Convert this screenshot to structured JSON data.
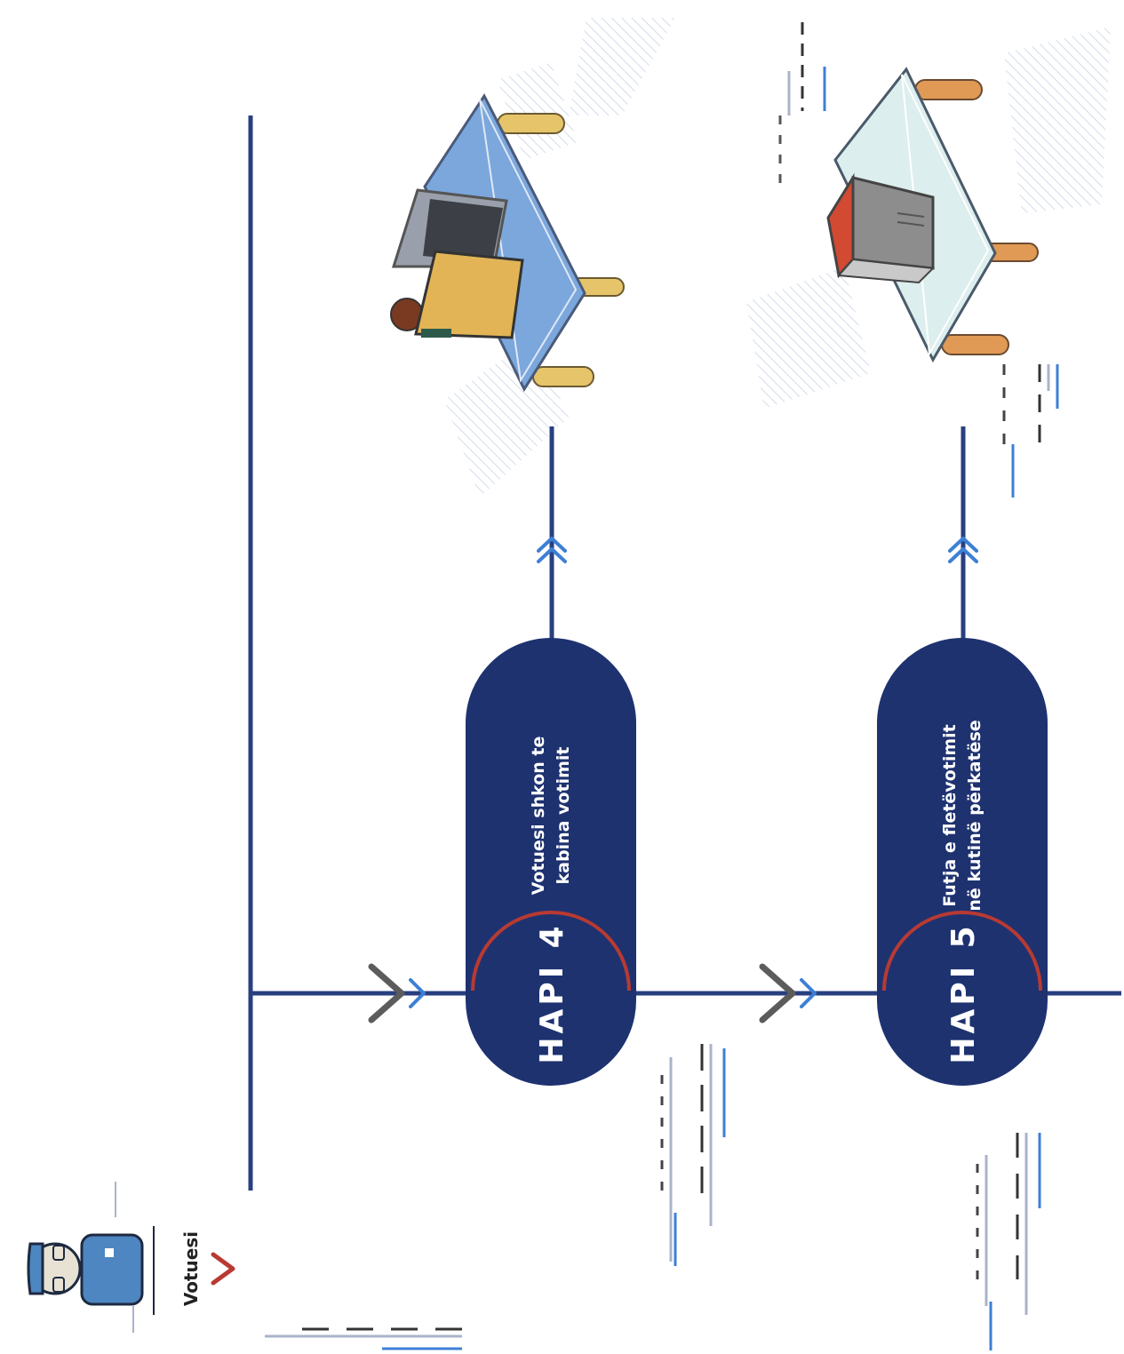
{
  "legend": {
    "actor_label": "Votuesi",
    "actor_icon": "voter-icon",
    "arrow_icon": "chevron-icon"
  },
  "steps": [
    {
      "step_label": "HAPI 4",
      "description_lines": [
        "Votuesi shkon te",
        "kabina votimit"
      ],
      "illustration_icon": "voting-booth-desk-icon"
    },
    {
      "step_label": "HAPI 5",
      "description_lines": [
        "Futja e fletëvotimit",
        "në kutinë përkatëse"
      ],
      "illustration_icon": "ballot-box-desk-icon"
    }
  ],
  "colors": {
    "navy": "#1e3270",
    "line": "#283f80",
    "accent_red": "#b83a32",
    "arrow_blue": "#3d7fd6",
    "arrow_gray": "#5c5c5c"
  }
}
